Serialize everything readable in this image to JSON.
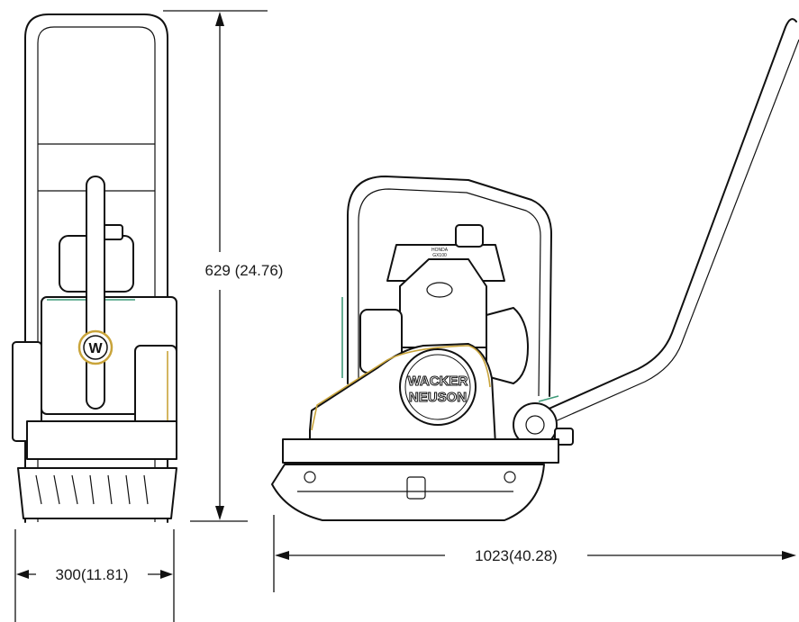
{
  "dimensions": {
    "height_label": "629 (24.76)",
    "front_width_label": "300(11.81)",
    "side_length_label": "1023(40.28)"
  },
  "logos": {
    "front_emblem": "W",
    "side_badge_line1": "WACKER",
    "side_badge_line2": "NEUSON",
    "engine_label_line1": "HONDA",
    "engine_label_line2": "GX100"
  },
  "colors": {
    "line": "#111111",
    "accent_yellow": "#c9a43a",
    "accent_green": "#3e9a78",
    "background": "#ffffff"
  }
}
